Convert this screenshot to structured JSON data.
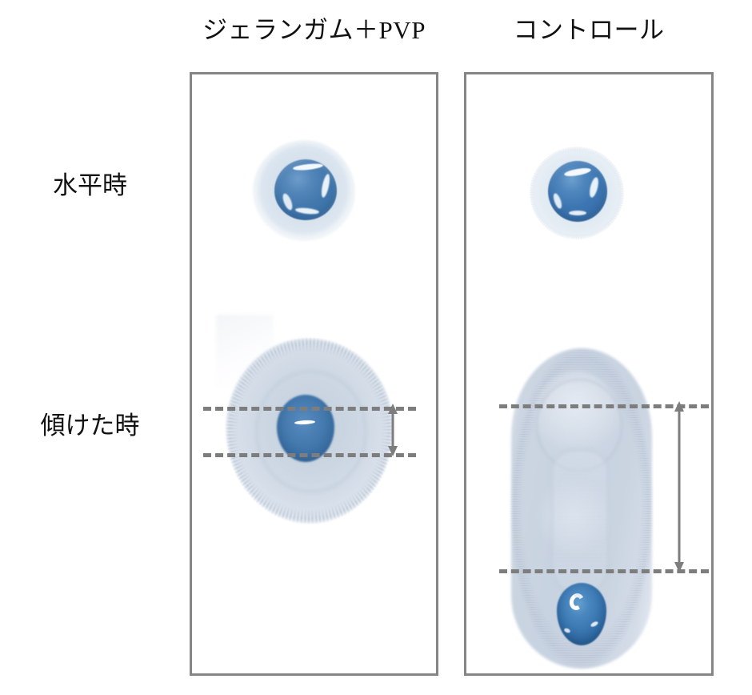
{
  "figure": {
    "columns": [
      {
        "id": "gellan",
        "label": "ジェランガム＋PVP"
      },
      {
        "id": "control",
        "label": "コントロール"
      }
    ],
    "rows": [
      {
        "id": "horizontal",
        "label": "水平時"
      },
      {
        "id": "tilted",
        "label": "傾けた時"
      }
    ],
    "colors": {
      "panel_border": "#858585",
      "droplet_blue": "#3f76ad",
      "droplet_halo": "#dde6f0",
      "spread_pale": "#ccd6e2",
      "annotation_gray": "#7d7d7d",
      "background": "#ffffff"
    },
    "annotations": [
      {
        "id": "gellan-displacement",
        "column": "gellan",
        "type": "double-headed-vertical-arrow-with-dashed-guides",
        "guides": 2
      },
      {
        "id": "control-displacement",
        "column": "control",
        "type": "double-headed-vertical-arrow-with-dashed-guides",
        "guides": 2
      }
    ]
  }
}
